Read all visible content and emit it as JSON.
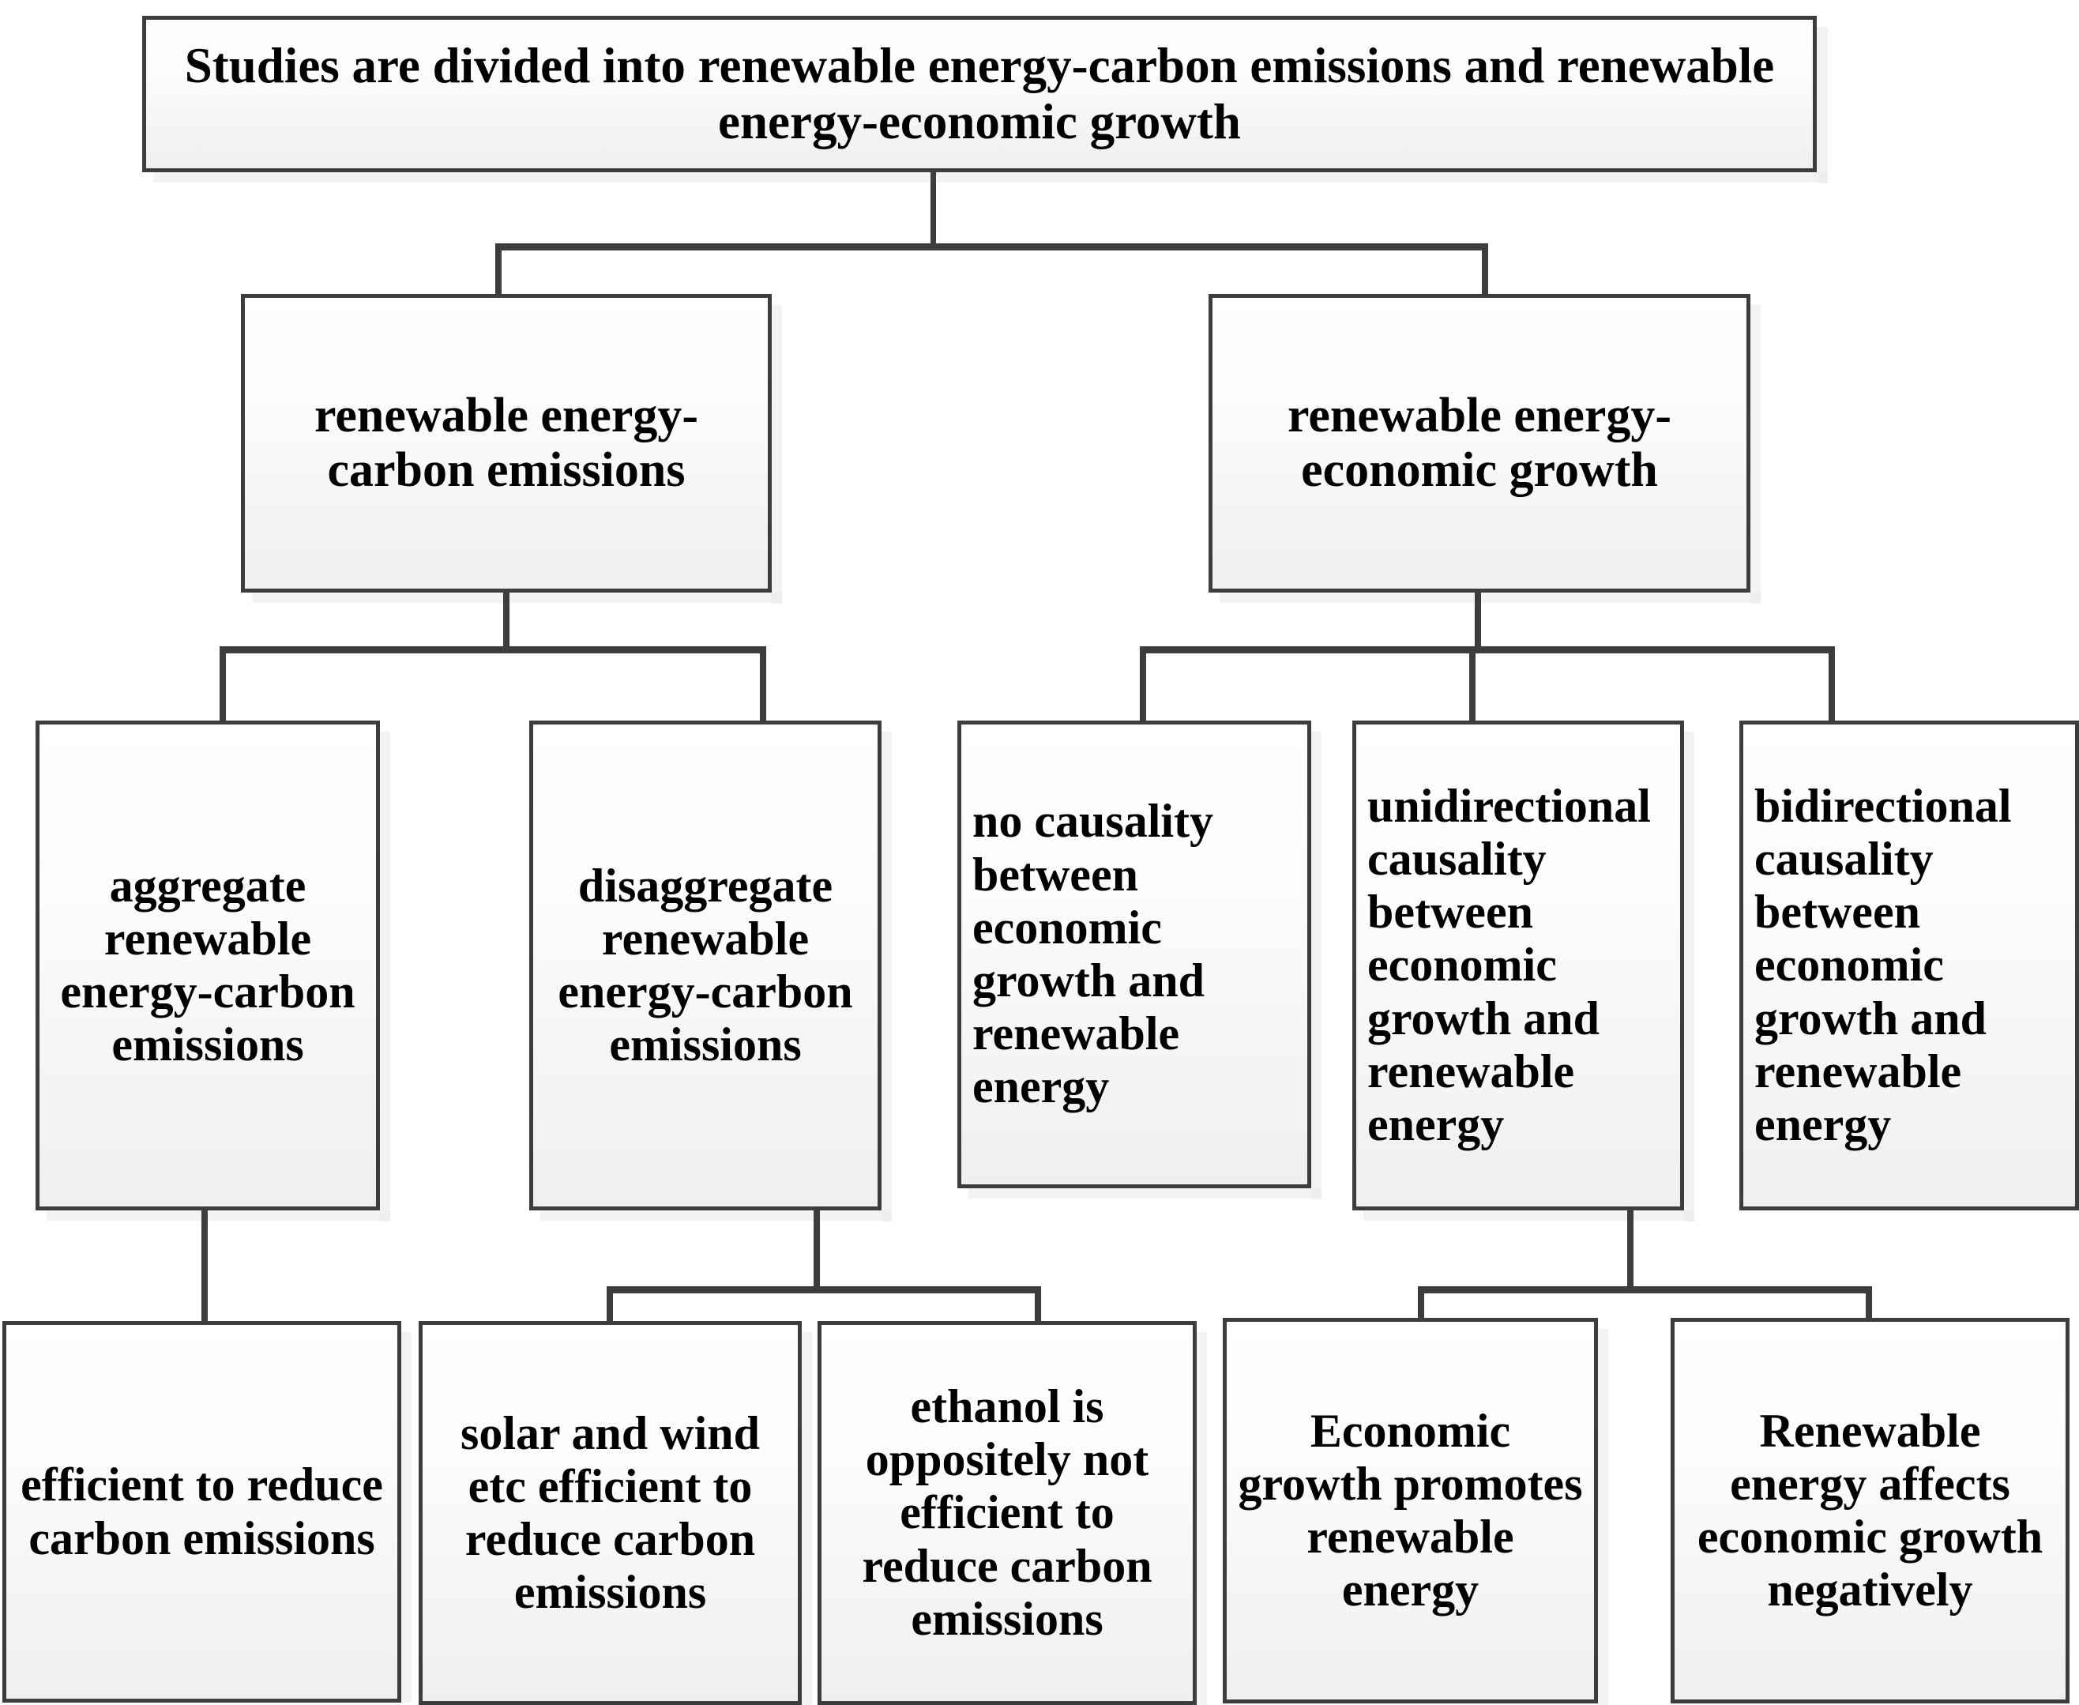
{
  "diagram": {
    "type": "flowchart-tree",
    "title_node": {
      "id": "title",
      "label": "Studies are divided into renewable energy-carbon emissions and renewable energy-economic growth"
    },
    "level2": [
      {
        "id": "re-carbon",
        "label": "renewable energy-carbon emissions"
      },
      {
        "id": "re-growth",
        "label": "renewable energy-economic growth"
      }
    ],
    "level3": [
      {
        "id": "aggregate",
        "label": "aggregate renewable energy-carbon emissions"
      },
      {
        "id": "disaggregate",
        "label": "disaggregate renewable energy-carbon emissions"
      },
      {
        "id": "no-causality",
        "label": "no causality between economic growth and renewable energy"
      },
      {
        "id": "unidirectional",
        "label": "unidirectional causality between economic growth and renewable energy"
      },
      {
        "id": "bidirectional",
        "label": "bidirectional causality between economic growth and renewable energy"
      }
    ],
    "level4": [
      {
        "id": "efficient",
        "label": "efficient to reduce carbon emissions"
      },
      {
        "id": "solar",
        "label": "solar and wind etc efficient to reduce carbon emissions"
      },
      {
        "id": "ethanol",
        "label": "ethanol is oppositely not efficient to reduce carbon emissions"
      },
      {
        "id": "eco-promotes",
        "label": "Economic growth promotes renewable energy"
      },
      {
        "id": "re-negative",
        "label": "Renewable energy affects economic growth negatively"
      }
    ],
    "colors": {
      "border": "#3d3d3d",
      "connector": "#3d3d3d",
      "box_fill_top": "#ffffff",
      "box_fill_bottom": "#efefef",
      "text": "#000000",
      "background": "#ffffff"
    }
  }
}
